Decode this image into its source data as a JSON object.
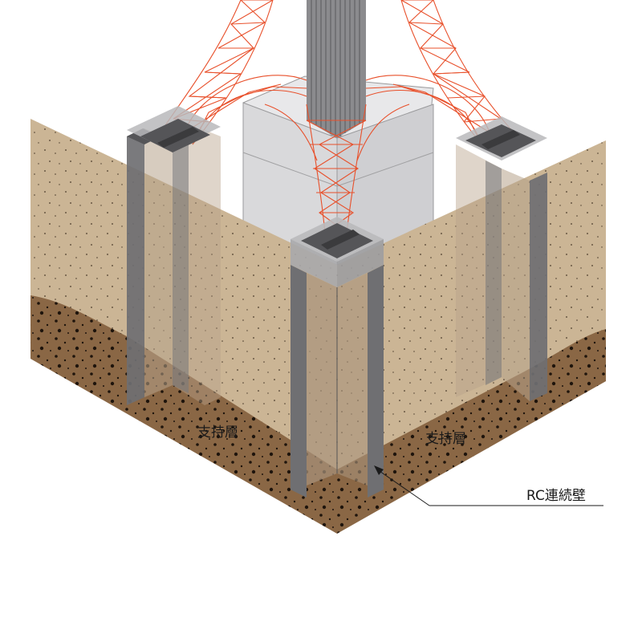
{
  "labels": {
    "left_layer": "支持層",
    "right_layer": "支持層",
    "callout": "RC連続壁"
  },
  "colors": {
    "upper_soil": "#cbb595",
    "support_layer": "#8a6745",
    "wall": "#6f6f72",
    "tower": "#e8502b",
    "concrete_block": "#d8d8da"
  }
}
